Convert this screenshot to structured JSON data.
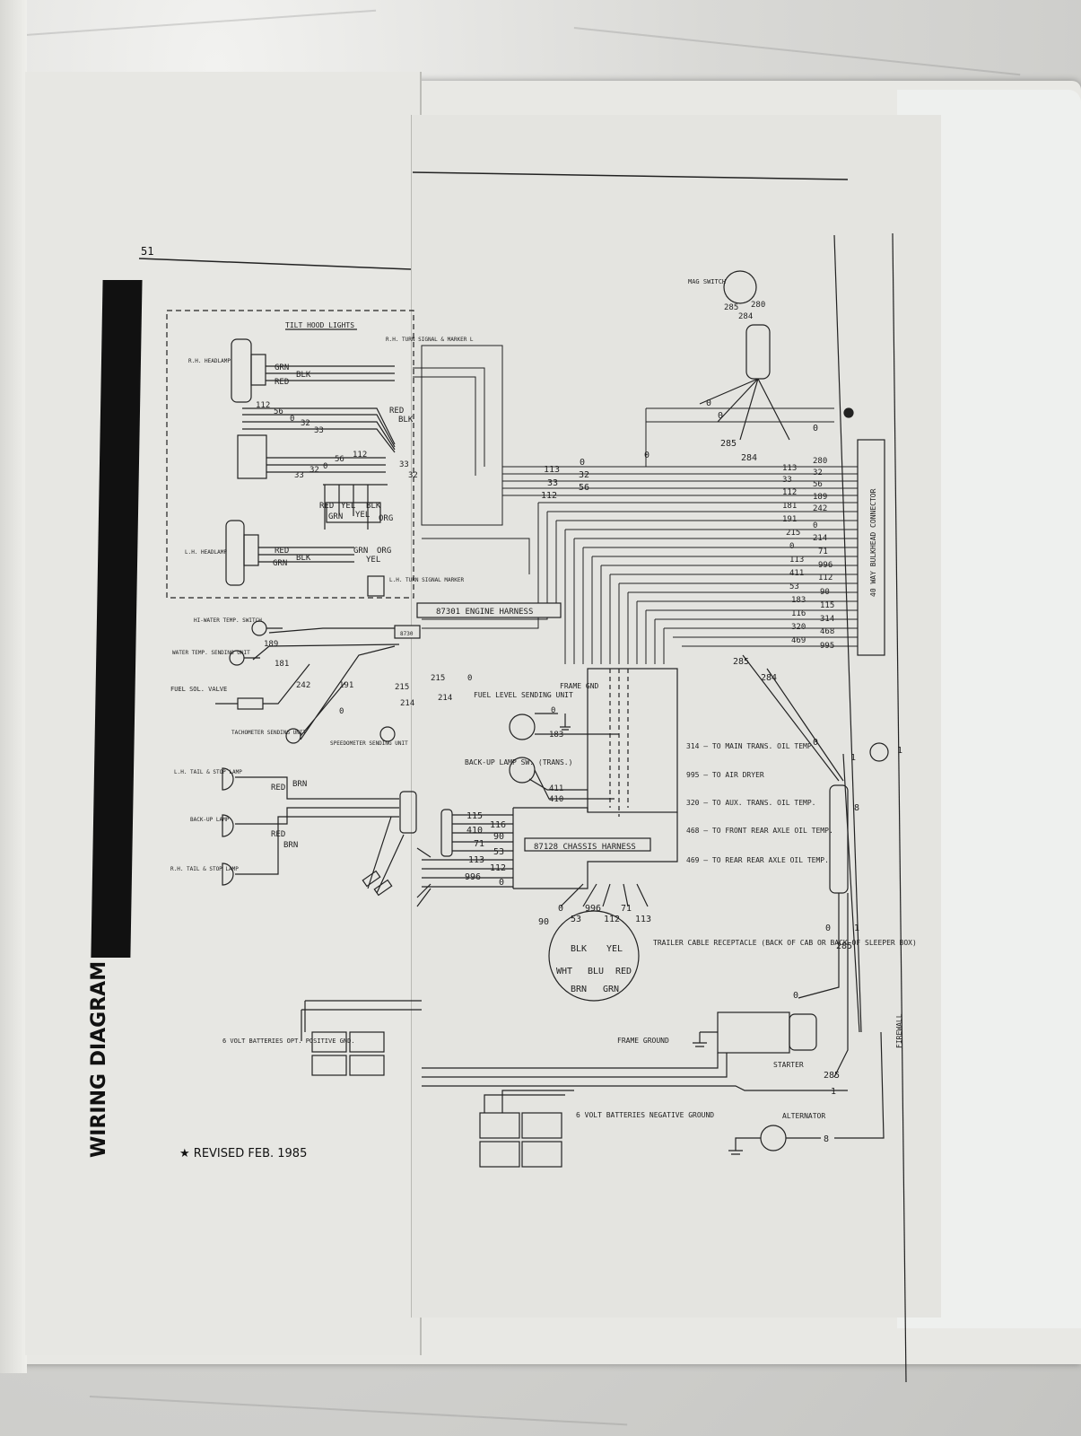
{
  "page_number": "51",
  "side_title": "WIRING DIAGRAM",
  "revised_note": "REVISED FEB. 1985",
  "revised_star": "★",
  "left": {
    "tilt_hood_title": "TILT HOOD LIGHTS",
    "rh_headlamp": "R.H. HEADLAMP",
    "lh_headlamp": "L.H. HEADLAMP",
    "rh_turn": "R.H. TURN SIGNAL & MARKER L",
    "lh_turn": "L.H. TURN SIGNAL MARKER",
    "hi_water": "HI-WATER TEMP. SWITCH",
    "water_temp": "WATER TEMP. SENDING UNIT",
    "fuel_sol": "FUEL SOL. VALVE",
    "tach": "TACHOMETER SENDING UNIT",
    "speedo": "SPEEDOMETER SENDING UNIT",
    "lh_tail": "L.H. TAIL & STOP LAMP",
    "backup": "BACK-UP LAMP",
    "rh_tail": "R.H. TAIL & STOP LAMP",
    "batt_pos": "6 VOLT BATTERIES OPT. POSITIVE GND.",
    "colors": [
      "GRN",
      "BLK",
      "RED",
      "RED",
      "BLK",
      "GRN",
      "YEL",
      "BLK",
      "GRN",
      "ORG",
      "RED",
      "GRN",
      "BLK",
      "GRN",
      "ORG",
      "YEL",
      "RED",
      "BRN",
      "RED",
      "BRN"
    ],
    "wires_top": [
      "112",
      "56",
      "0",
      "32",
      "33",
      "56",
      "112",
      "0",
      "32",
      "33"
    ],
    "wires_mid": [
      "189",
      "181",
      "242",
      "191",
      "0",
      "215",
      "214",
      "215",
      "214",
      "0",
      "33",
      "32"
    ]
  },
  "right": {
    "mag_switch": "MAG SWITCH",
    "mag_wires": [
      "285",
      "280",
      "284"
    ],
    "engine_harness": "87301 ENGINE HARNESS",
    "engine_harness_short": "8730",
    "chassis_harness": "87128 CHASSIS HARNESS",
    "bulkhead": "40 WAY BULKHEAD CONNECTOR",
    "bulkhead_wires": [
      "280",
      "32",
      "56",
      "189",
      "242",
      "0",
      "214",
      "71",
      "996",
      "112",
      "90",
      "115",
      "314",
      "468",
      "995"
    ],
    "bulkhead_wires_left": [
      "113",
      "33",
      "112",
      "181",
      "191",
      "215",
      "0",
      "113",
      "411",
      "53",
      "183",
      "116",
      "320",
      "469"
    ],
    "upper_wires": [
      "0",
      "0",
      "285",
      "284",
      "0",
      "0",
      "113",
      "33",
      "112",
      "0",
      "32",
      "56"
    ],
    "lower_wires": [
      "285",
      "284"
    ],
    "fuel_level": "FUEL LEVEL SENDING UNIT",
    "frame_gnd": "FRAME GND",
    "backup_sw": "BACK-UP LAMP SW. (TRANS.)",
    "fuel_wires": [
      "0",
      "183"
    ],
    "backup_wires": [
      "411",
      "410"
    ],
    "chassis_in": [
      "115",
      "116",
      "410",
      "90",
      "71",
      "53",
      "113",
      "112",
      "996",
      "0"
    ],
    "to_main": "314 — TO MAIN TRANS. OIL TEMP.",
    "to_dryer": "995 — TO AIR DRYER",
    "to_aux": "320 — TO AUX. TRANS. OIL TEMP.",
    "to_front": "468 — TO FRONT REAR AXLE OIL TEMP.",
    "to_rear": "469 — TO REAR REAR AXLE OIL TEMP.",
    "receptacle": "TRAILER CABLE RECEPTACLE (BACK OF CAB OR BACK OF SLEEPER BOX)",
    "receptacle_top": [
      "0",
      "996",
      "71",
      "90",
      "53",
      "112",
      "113"
    ],
    "receptacle_pins": [
      "BLK",
      "YEL",
      "WHT",
      "BLU",
      "RED",
      "BRN",
      "GRN"
    ],
    "frame_ground": "FRAME GROUND",
    "starter": "STARTER",
    "starter_wires": [
      "0",
      "285",
      "1"
    ],
    "batt_neg": "6 VOLT BATTERIES NEGATIVE GROUND",
    "alternator": "ALTERNATOR",
    "alt_wire": "8",
    "firewall": "FIREWALL",
    "junction_wires": [
      "0",
      "1",
      "1",
      "8",
      "0",
      "1",
      "285"
    ]
  }
}
